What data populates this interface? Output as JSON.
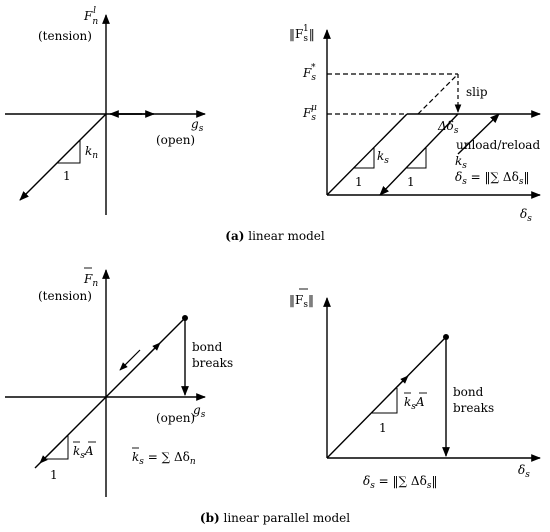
{
  "panel_a": {
    "caption_tag": "(a)",
    "caption_text": " linear model",
    "left": {
      "y_label": "F",
      "y_label_sub": "n",
      "y_label_sup": "l",
      "tension_label": "(tension)",
      "open_label": "(open)",
      "x_label": "g",
      "x_label_sub": "s",
      "slope_label": "k",
      "slope_label_sub": "n",
      "run_label": "1"
    },
    "right": {
      "y_label": "‖F",
      "y_label_sub": "s",
      "y_label_sup": "1",
      "y_label_end": "‖",
      "fstar_label": "F",
      "fstar_sub": "s",
      "fstar_sup": "*",
      "fmu_label": "F",
      "fmu_sub": "s",
      "fmu_sup": "μ",
      "slip_label": "slip",
      "delta_label": "Δδ",
      "delta_sub": "s",
      "unload_label": "unload/reload",
      "ks1_label": "k",
      "ks1_sub": "s",
      "ks2_label": "k",
      "ks2_sub": "s",
      "run1_label": "1",
      "run2_label": "1",
      "eq_label_a": "δ",
      "eq_label_a_sub": "s",
      "eq_label_b": " = ‖∑ Δδ",
      "eq_label_b_sub": "s",
      "eq_label_c": "‖",
      "x_label": "δ",
      "x_label_sub": "s"
    }
  },
  "panel_b": {
    "caption_tag": "(b)",
    "caption_text": " linear parallel model",
    "left": {
      "y_label": "F",
      "y_label_sub": "n",
      "tension_label": "(tension)",
      "open_label": "(open)",
      "x_label": "g",
      "x_label_sub": "s",
      "bond_line1": "bond",
      "bond_line2": "breaks",
      "slope_label": "k",
      "slope_label_sub": "s",
      "slope_label_tail": "A",
      "run_label": "1",
      "eq_label_a": "k",
      "eq_label_a_sub": "s",
      "eq_label_b": " = ∑ Δδ",
      "eq_label_b_sub": "n"
    },
    "right": {
      "y_label": "‖F",
      "y_label_sub": "s",
      "y_label_end": "‖",
      "bond_line1": "bond",
      "bond_line2": "breaks",
      "slope_label": "k",
      "slope_label_sub": "s",
      "slope_label_tail": "A",
      "run_label": "1",
      "eq_label_a": "δ",
      "eq_label_a_sub": "s",
      "eq_label_b": " = ‖∑ Δδ",
      "eq_label_b_sub": "s",
      "eq_label_c": "‖",
      "x_label": "δ",
      "x_label_sub": "s"
    }
  }
}
